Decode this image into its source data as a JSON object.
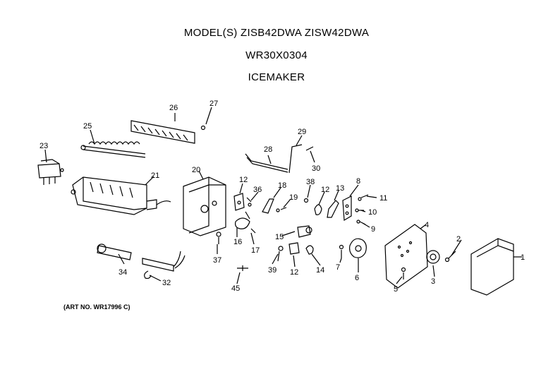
{
  "header": {
    "models": "MODEL(S) ZISB42DWA  ZISW42DWA",
    "part_number": "WR30X0304",
    "assembly": "ICEMAKER"
  },
  "art_no": "(ART NO. WR17996 C)",
  "callouts": {
    "c1": "1",
    "c2": "2",
    "c3": "3",
    "c4": "4",
    "c5": "5",
    "c6": "6",
    "c7": "7",
    "c8": "8",
    "c9": "9",
    "c10": "10",
    "c11": "11",
    "c12a": "12",
    "c12b": "12",
    "c12c": "12",
    "c13": "13",
    "c14": "14",
    "c15": "15",
    "c16": "16",
    "c17": "17",
    "c18": "18",
    "c19": "19",
    "c20": "20",
    "c21": "21",
    "c23": "23",
    "c25": "25",
    "c26": "26",
    "c27": "27",
    "c28": "28",
    "c29": "29",
    "c30": "30",
    "c32": "32",
    "c34": "34",
    "c36": "36",
    "c37": "37",
    "c38": "38",
    "c39": "39",
    "c45": "45"
  }
}
